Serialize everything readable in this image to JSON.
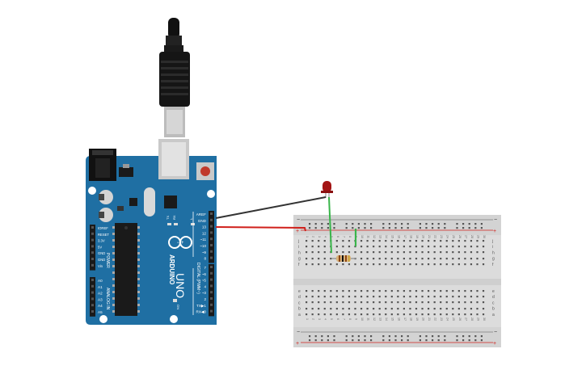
{
  "board": {
    "logo": "ARDUINO",
    "model": "UNO",
    "on_label": "ON",
    "tx_label": "TX",
    "rx_label": "RX",
    "l_label": "L",
    "header_left": [
      "IOREF",
      "RESET",
      "3.3V",
      "5V",
      "GND",
      "GND",
      "Vin"
    ],
    "header_analog": [
      "A0",
      "A1",
      "A2",
      "A3",
      "A4",
      "A5"
    ],
    "power_label": "POWER",
    "analog_label": "ANALOG IN",
    "digital_top": [
      "AREF",
      "GND",
      "13",
      "12",
      "~11",
      "~10",
      "~9",
      "8"
    ],
    "digital_bottom": [
      "7",
      "~6",
      "~5",
      "4",
      "~3",
      "2",
      "TX▶1",
      "RX◀0"
    ],
    "digital_label": "DIGITAL (PWM~)"
  },
  "breadboard": {
    "rail_minus": "−",
    "rail_plus": "+",
    "row_letters_top": [
      "j",
      "i",
      "h",
      "g",
      "f"
    ],
    "row_letters_bottom": [
      "e",
      "d",
      "c",
      "b",
      "a"
    ],
    "column_count": 30
  },
  "colors": {
    "board": "#1f6fa3",
    "board_dark": "#145a86",
    "breadboard": "#dcdcdc",
    "wire_gnd": "#333333",
    "wire_signal": "#d0201b",
    "wire_led": "#39b54a",
    "led": "#a31414",
    "resistor": "#d9b27a"
  }
}
